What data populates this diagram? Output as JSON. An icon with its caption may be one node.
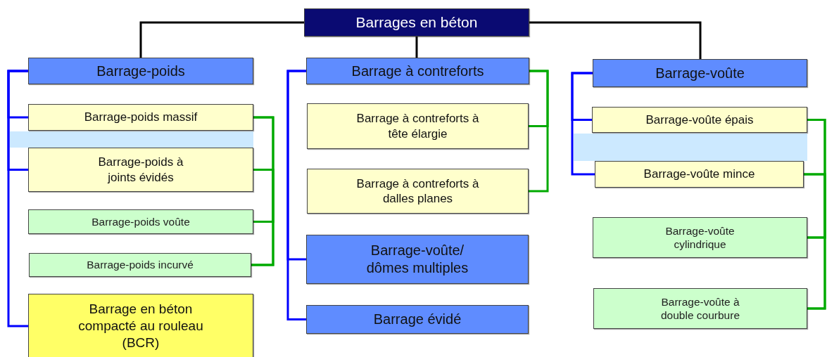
{
  "diagram": {
    "nodes": [
      {
        "text": [
          "Barrages en béton"
        ]
      },
      {
        "text": [
          "Barrage-poids"
        ]
      },
      {
        "text": [
          "Barrage à contreforts"
        ]
      },
      {
        "text": [
          "Barrage-voûte"
        ]
      },
      {
        "text": [
          "Barrage-poids massif"
        ]
      },
      {
        "text": [
          "Barrage-poids à joints évidés"
        ]
      },
      {
        "text": [
          "Barrage-poids voûte"
        ]
      },
      {
        "text": [
          "Barrage-poids incurvé"
        ]
      },
      {
        "text": [
          "Barrage en béton compacté au rouleau (BCR)"
        ]
      },
      {
        "text": [
          "Barrage à contreforts à tête élargie"
        ]
      },
      {
        "text": [
          "Barrage à contreforts à dalles planes"
        ]
      },
      {
        "text": [
          "Barrage-voûte/ dômes multiples"
        ]
      },
      {
        "text": [
          "Barrage évidé"
        ]
      },
      {
        "text": [
          "Barrage-voûte épais"
        ]
      },
      {
        "text": [
          "Barrage-voûte mince"
        ]
      },
      {
        "text": [
          "Barrage-voûte cylindrique"
        ]
      },
      {
        "text": [
          "Barrage-voûte à double courbure"
        ]
      },
      {
        "text": [],
        "shape": "band"
      },
      {
        "text": [],
        "shape": "band"
      }
    ],
    "edges": [
      {
        "from": 0,
        "to": 1,
        "arrow": "none",
        "color": "#000000"
      },
      {
        "from": 0,
        "to": 2,
        "arrow": "none",
        "color": "#000000"
      },
      {
        "from": 0,
        "to": 3,
        "arrow": "none",
        "color": "#000000"
      },
      {
        "from": 1,
        "to": 4,
        "arrow": "none",
        "color": "#0000ff"
      },
      {
        "from": 1,
        "to": 5,
        "arrow": "none",
        "color": "#0000ff"
      },
      {
        "from": 1,
        "to": 8,
        "arrow": "none",
        "color": "#0000ff"
      },
      {
        "from": 2,
        "to": 11,
        "arrow": "none",
        "color": "#0000ff"
      },
      {
        "from": 2,
        "to": 12,
        "arrow": "none",
        "color": "#0000ff"
      },
      {
        "from": 3,
        "to": 13,
        "arrow": "none",
        "color": "#0000ff"
      },
      {
        "from": 3,
        "to": 14,
        "arrow": "none",
        "color": "#0000ff"
      },
      {
        "from": 4,
        "to": 6,
        "arrow": "none"
      },
      {
        "from": 4,
        "to": 7,
        "arrow": "none"
      },
      {
        "from": 5,
        "to": 6,
        "arrow": "none"
      },
      {
        "from": 5,
        "to": 7,
        "arrow": "none"
      },
      {
        "from": 2,
        "to": 9,
        "arrow": "none"
      },
      {
        "from": 2,
        "to": 10,
        "arrow": "none"
      },
      {
        "from": 13,
        "to": 15,
        "arrow": "none"
      },
      {
        "from": 13,
        "to": 16,
        "arrow": "none"
      },
      {
        "from": 14,
        "to": 15,
        "arrow": "none"
      },
      {
        "from": 14,
        "to": 16,
        "arrow": "none"
      }
    ]
  }
}
